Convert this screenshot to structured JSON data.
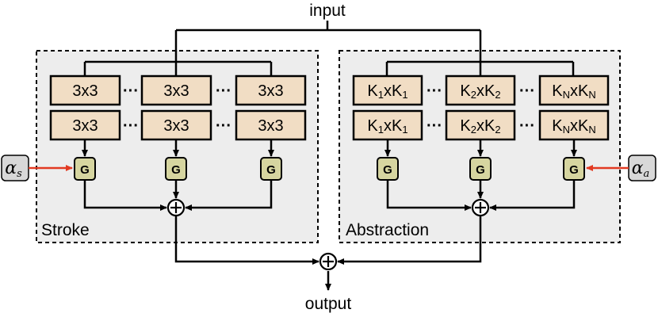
{
  "input_label": "input",
  "output_label": "output",
  "stroke": {
    "label": "Stroke",
    "row1": [
      "3x3",
      "3x3",
      "3x3"
    ],
    "row2": [
      "3x3",
      "3x3",
      "3x3"
    ],
    "gates": [
      "G",
      "G",
      "G"
    ],
    "alpha": {
      "symbol": "α",
      "sub": "s"
    }
  },
  "abstraction": {
    "label": "Abstraction",
    "rows": [
      {
        "k1": "K",
        "s1": "1",
        "x": "x",
        "k2": "K",
        "s2": "1"
      },
      {
        "k1": "K",
        "s1": "2",
        "x": "x",
        "k2": "K",
        "s2": "2"
      },
      {
        "k1": "K",
        "s1": "N",
        "x": "x",
        "k2": "K",
        "s2": "N"
      }
    ],
    "gates": [
      "G",
      "G",
      "G"
    ],
    "alpha": {
      "symbol": "α",
      "sub": "a"
    }
  },
  "ellipsis": "···"
}
